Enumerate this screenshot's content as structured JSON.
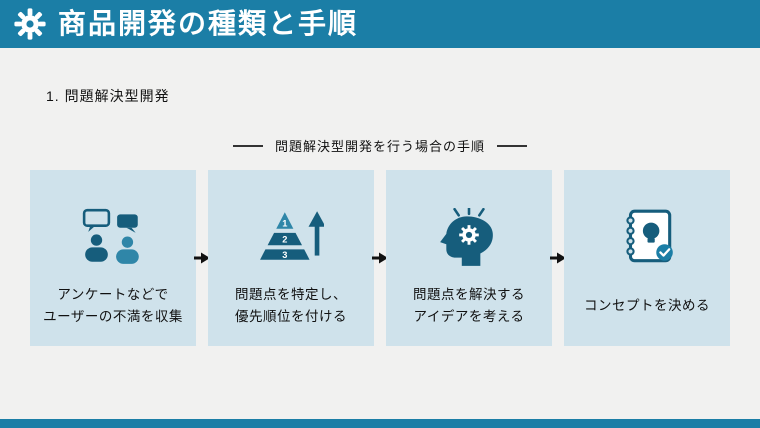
{
  "colors": {
    "accent": "#1b7ea6",
    "icon_dark": "#165d7c",
    "icon_mid": "#2f86a8",
    "card_bg": "#cfe2eb",
    "page_bg": "#f1f1f0",
    "text": "#111111"
  },
  "header": {
    "title": "商品開発の種類と手順"
  },
  "body": {
    "section_label": "1. 問題解決型開発",
    "subtitle": "問題解決型開発を行う場合の手順"
  },
  "steps": [
    {
      "icon": "feedback-people-icon",
      "label": "アンケートなどで\nユーザーの不満を収集"
    },
    {
      "icon": "priority-pyramid-icon",
      "label": "問題点を特定し、\n優先順位を付ける"
    },
    {
      "icon": "idea-head-icon",
      "label": "問題点を解決する\nアイデアを考える"
    },
    {
      "icon": "concept-notebook-icon",
      "label": "コンセプトを決める"
    }
  ],
  "icons": {
    "pyramid_levels": [
      "1",
      "2",
      "3"
    ]
  }
}
